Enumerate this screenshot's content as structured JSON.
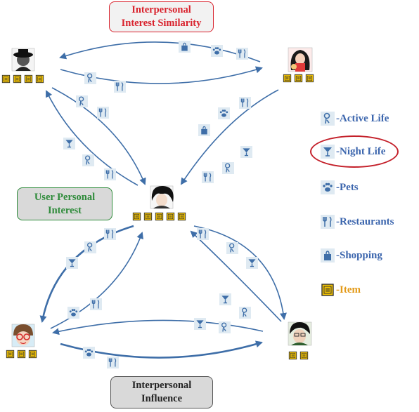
{
  "boxes": {
    "similarity": [
      "Interpersonal",
      "Interest Similarity"
    ],
    "personal": [
      "User Personal",
      "Interest"
    ],
    "influence": [
      "Interpersonal",
      "Influence"
    ]
  },
  "legend": [
    {
      "icon": "active-life-icon",
      "label": "-Active Life"
    },
    {
      "icon": "night-life-icon",
      "label": "-Night Life"
    },
    {
      "icon": "pets-icon",
      "label": "-Pets"
    },
    {
      "icon": "restaurants-icon",
      "label": "-Restaurants"
    },
    {
      "icon": "shopping-icon",
      "label": "-Shopping"
    },
    {
      "icon": "item-icon",
      "label": "-Item"
    }
  ],
  "highlighted_legend": "-Night Life",
  "colors": {
    "arrow": "#3e6ea8",
    "icon_bg": "#dfeaf2",
    "icon_fg": "#3e6ea8",
    "item_fill": "#f5c400",
    "similarity_text": "#d9232e",
    "personal_text": "#2e8b3a",
    "legend_text": "#3b65ad",
    "item_text": "#e39a18"
  },
  "users": [
    {
      "name": "user-top-left",
      "avatar": "black-hat-avatar",
      "item_count": 4
    },
    {
      "name": "user-top-right",
      "avatar": "girl-avatar",
      "item_count": 3
    },
    {
      "name": "user-center",
      "avatar": "boy-avatar",
      "item_count": 5
    },
    {
      "name": "user-bottom-left",
      "avatar": "glasses-avatar",
      "item_count": 3
    },
    {
      "name": "user-bottom-right",
      "avatar": "man-avatar",
      "item_count": 2
    }
  ]
}
